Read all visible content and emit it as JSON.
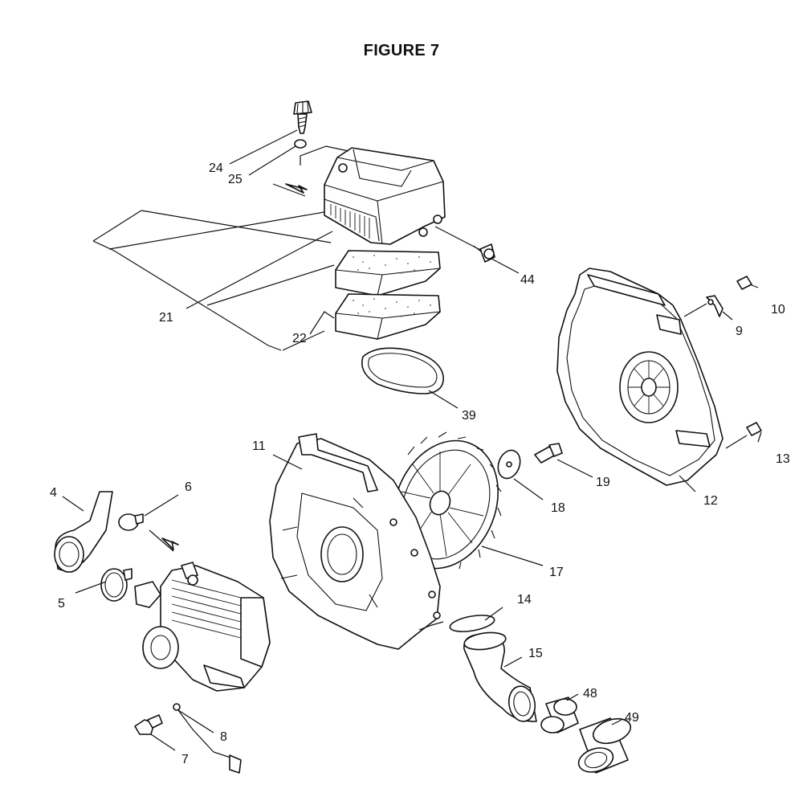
{
  "title": "FIGURE 7",
  "callouts": [
    {
      "id": "c24",
      "label": "24"
    },
    {
      "id": "c25",
      "label": "25"
    },
    {
      "id": "c21",
      "label": "21"
    },
    {
      "id": "c22",
      "label": "22"
    },
    {
      "id": "c44",
      "label": "44"
    },
    {
      "id": "c39",
      "label": "39"
    },
    {
      "id": "c10",
      "label": "10"
    },
    {
      "id": "c9",
      "label": "9"
    },
    {
      "id": "c13",
      "label": "13"
    },
    {
      "id": "c12",
      "label": "12"
    },
    {
      "id": "c11",
      "label": "11"
    },
    {
      "id": "c19",
      "label": "19"
    },
    {
      "id": "c18",
      "label": "18"
    },
    {
      "id": "c17",
      "label": "17"
    },
    {
      "id": "c4",
      "label": "4"
    },
    {
      "id": "c6",
      "label": "6"
    },
    {
      "id": "c5",
      "label": "5"
    },
    {
      "id": "c14",
      "label": "14"
    },
    {
      "id": "c15",
      "label": "15"
    },
    {
      "id": "c48",
      "label": "48"
    },
    {
      "id": "c49",
      "label": "49"
    },
    {
      "id": "c8",
      "label": "8"
    },
    {
      "id": "c7",
      "label": "7"
    }
  ]
}
